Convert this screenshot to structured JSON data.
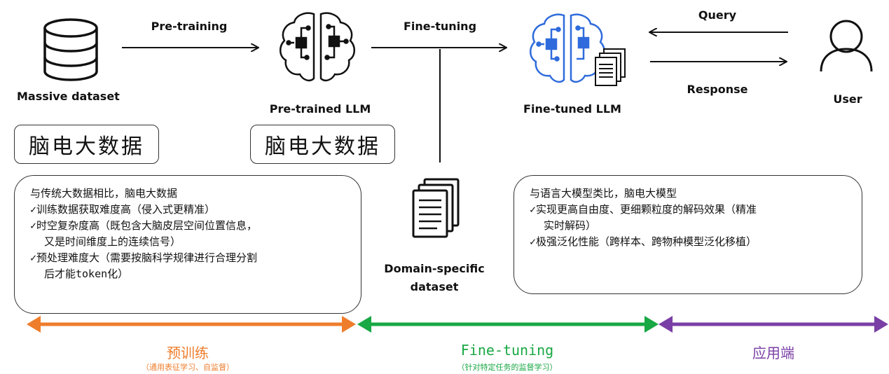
{
  "top_labels": {
    "massive_dataset": "Massive dataset",
    "pretraining_arrow": "Pre-training",
    "pretrained_llm": "Pre-trained LLM",
    "finetuning_arrow": "Fine-tuning",
    "finetuned_llm": "Fine-tuned LLM",
    "query": "Query",
    "response": "Response",
    "user": "User",
    "domain_dataset_line1": "Domain-specific",
    "domain_dataset_line2": "dataset"
  },
  "cn_boxes": {
    "left": "脑电大数据",
    "middle": "脑电大数据"
  },
  "left_panel": {
    "intro": "与传统大数据相比，脑电大数据",
    "item1": "✓训练数据获取难度高（侵入式更精准）",
    "item2a": "✓时空复杂度高（既包含大脑皮层空间位置信息，",
    "item2b": "又是时间维度上的连续信号）",
    "item3a": "✓预处理难度大（需要按脑科学规律进行合理分割",
    "item3b": "后才能token化）"
  },
  "right_panel": {
    "intro": "与语言大模型类比，脑电大模型",
    "item1a": "✓实现更高自由度、更细颗粒度的解码效果（精准",
    "item1b": "实时解码）",
    "item2": "✓极强泛化性能（跨样本、跨物种模型泛化移植）"
  },
  "phases": {
    "pretrain_title": "预训练",
    "pretrain_sub": "（通用表征学习、自监督）",
    "finetune_title": "Fine-tuning",
    "finetune_sub": "（针对特定任务的监督学习）",
    "app_title": "应用端"
  },
  "colors": {
    "pretrain": "#ee7d2c",
    "finetune": "#18a844",
    "app": "#7a3fa6",
    "finetuned_brain": "#2f6bdc"
  }
}
